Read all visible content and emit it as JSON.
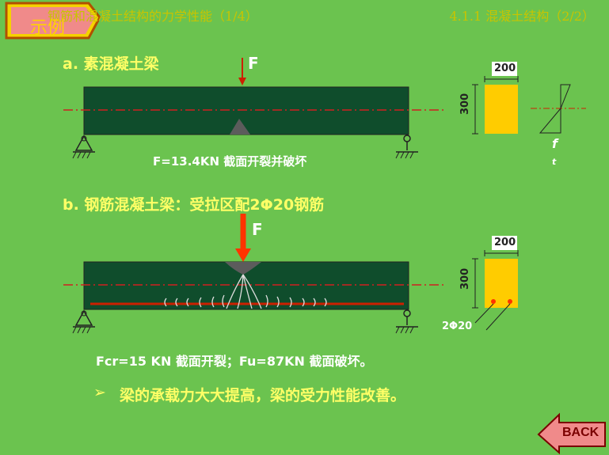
{
  "header": {
    "left": "钢筋和混凝土结构的力学性能（1/4）",
    "right": "4.1.1 混凝土结构（2/2）"
  },
  "tag": "示例",
  "section_a": {
    "label": "a. 素混凝土梁",
    "force": "F",
    "width_dim": "200",
    "height_dim": "300",
    "stress_label": "f",
    "stress_sub": "t",
    "result": "F=13.4KN 截面开裂并破坏"
  },
  "section_b": {
    "label": "b. 钢筋混凝土梁：受拉区配2Φ20钢筋",
    "force": "F",
    "width_dim": "200",
    "height_dim": "300",
    "rebar_label": "2Φ20",
    "result": "Fcr=15 KN  截面开裂；Fu=87KN  截面破坏。"
  },
  "conclusion": "梁的承载力大大提高，梁的受力性能改善。",
  "bullet_icon": "arrow-bullet-icon",
  "back_button": "BACK",
  "colors": {
    "background": "#6bc34f",
    "beam": "#0f4d2c",
    "section": "#ffcc00",
    "force": "#ff3300",
    "text_yellow": "#ffff66"
  }
}
